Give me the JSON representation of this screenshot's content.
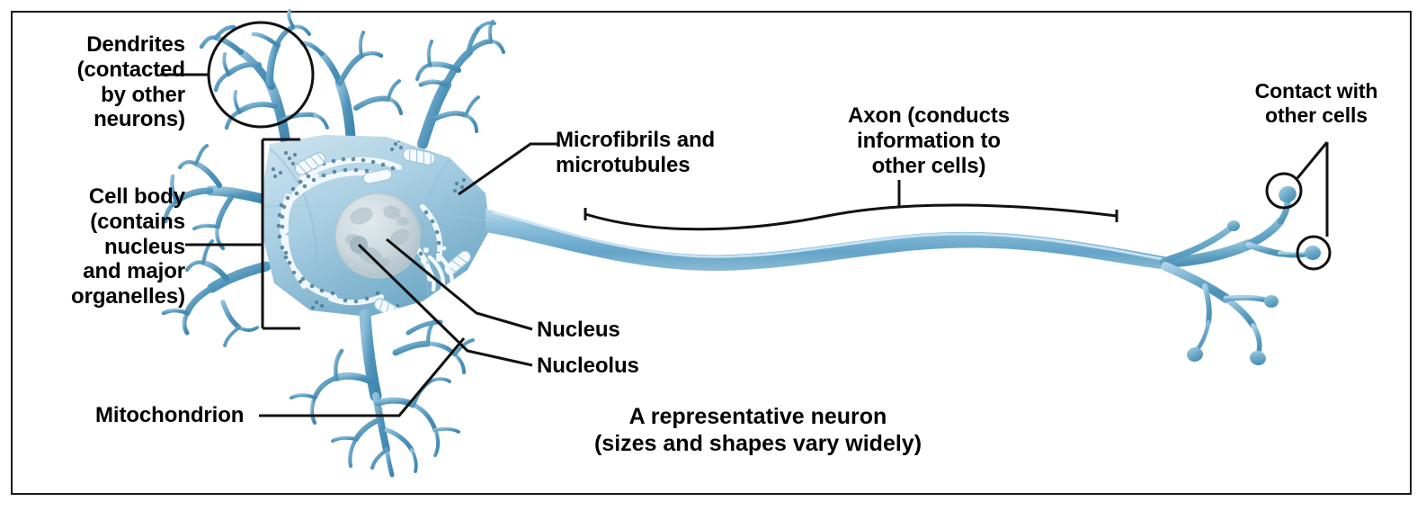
{
  "figure": {
    "caption_line1": "A representative neuron",
    "caption_line2": "(sizes and shapes vary widely)",
    "caption": "A representative neuron\n(sizes and shapes vary widely)",
    "subject": "neuron",
    "border_color": "#1a1a1a",
    "background_color": "#ffffff"
  },
  "labels": {
    "dendrites": "Dendrites\n(contacted\nby other\nneurons)",
    "cell_body": "Cell body\n(contains\nnucleus\nand major\norganelles)",
    "microfibrils": "Microfibrils and\nmicrotubules",
    "axon": "Axon (conducts\ninformation to\nother cells)",
    "contact": "Contact with\nother cells",
    "nucleus": "Nucleus",
    "nucleolus": "Nucleolus",
    "mitochondrion": "Mitochondrion"
  },
  "colors": {
    "membrane_dark": "#3f87b0",
    "membrane_mid": "#6aa9c8",
    "cytoplasm_light": "#a9cfe3",
    "cytoplasm_pale": "#cfe4ef",
    "nucleus_fill": "#ccd8dc",
    "nucleus_mottle": "#a9bcc4",
    "organelle_white": "#f4fafd",
    "ribosome_dot": "#4a7a95",
    "leader_line": "#111111",
    "text": "#000000"
  },
  "anatomy": {
    "parts": [
      "dendrites",
      "cell body",
      "nucleus",
      "nucleolus",
      "mitochondrion",
      "microfibrils and microtubules",
      "axon",
      "axon terminals"
    ],
    "dendrite_circle_callout": "magnified dendrite branch",
    "terminal_circle_callouts": 2
  }
}
